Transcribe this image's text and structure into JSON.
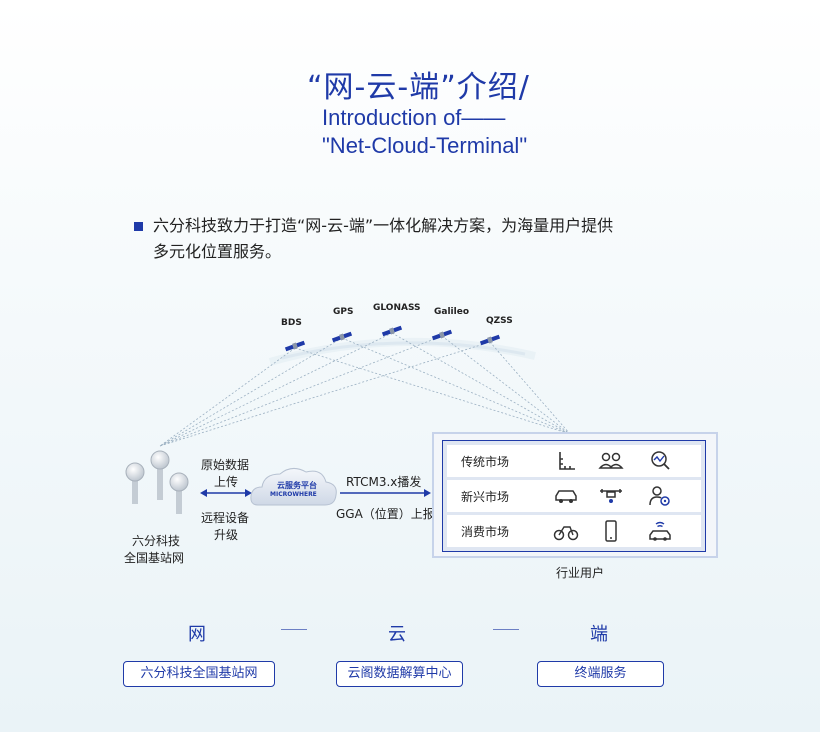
{
  "title": {
    "zh": "“网-云-端”介绍/",
    "en_line1": "Introduction of——",
    "en_line2": "\"Net-Cloud-Terminal\""
  },
  "bullet": {
    "line1": "六分科技致力于打造“网-云-端”一体化解决方案，为海量用户提供",
    "line2": "多元化位置服务。"
  },
  "satellites": [
    "BDS",
    "GPS",
    "GLONASS",
    "Galileo",
    "QZSS"
  ],
  "station": {
    "line1": "六分科技",
    "line2": "全国基站网"
  },
  "left_link": {
    "top1": "原始数据",
    "top2": "上传",
    "bottom1": "远程设备",
    "bottom2": "升级"
  },
  "cloud": {
    "name_zh": "云服务平台",
    "name_en": "MICROWHERE"
  },
  "right_link": {
    "top": "RTCM3.x播发",
    "bottom": "GGA（位置）上报"
  },
  "markets": [
    {
      "label": "传统市场",
      "icons": [
        "survey-ruler-icon",
        "people-icon",
        "magnifier-chart-icon"
      ]
    },
    {
      "label": "新兴市场",
      "icons": [
        "car-icon",
        "drone-icon",
        "person-settings-icon"
      ]
    },
    {
      "label": "消费市场",
      "icons": [
        "bicycle-icon",
        "smartphone-icon",
        "connected-car-icon"
      ]
    }
  ],
  "panel_caption": "行业用户",
  "bottom": {
    "net": "网",
    "cloud": "云",
    "terminal": "端",
    "pill_net": "六分科技全国基站网",
    "pill_cloud": "云阁数据解算中心",
    "pill_terminal": "终端服务"
  },
  "colors": {
    "brand_blue": "#1f3aa8",
    "signal_line": "#9bb0c2"
  }
}
